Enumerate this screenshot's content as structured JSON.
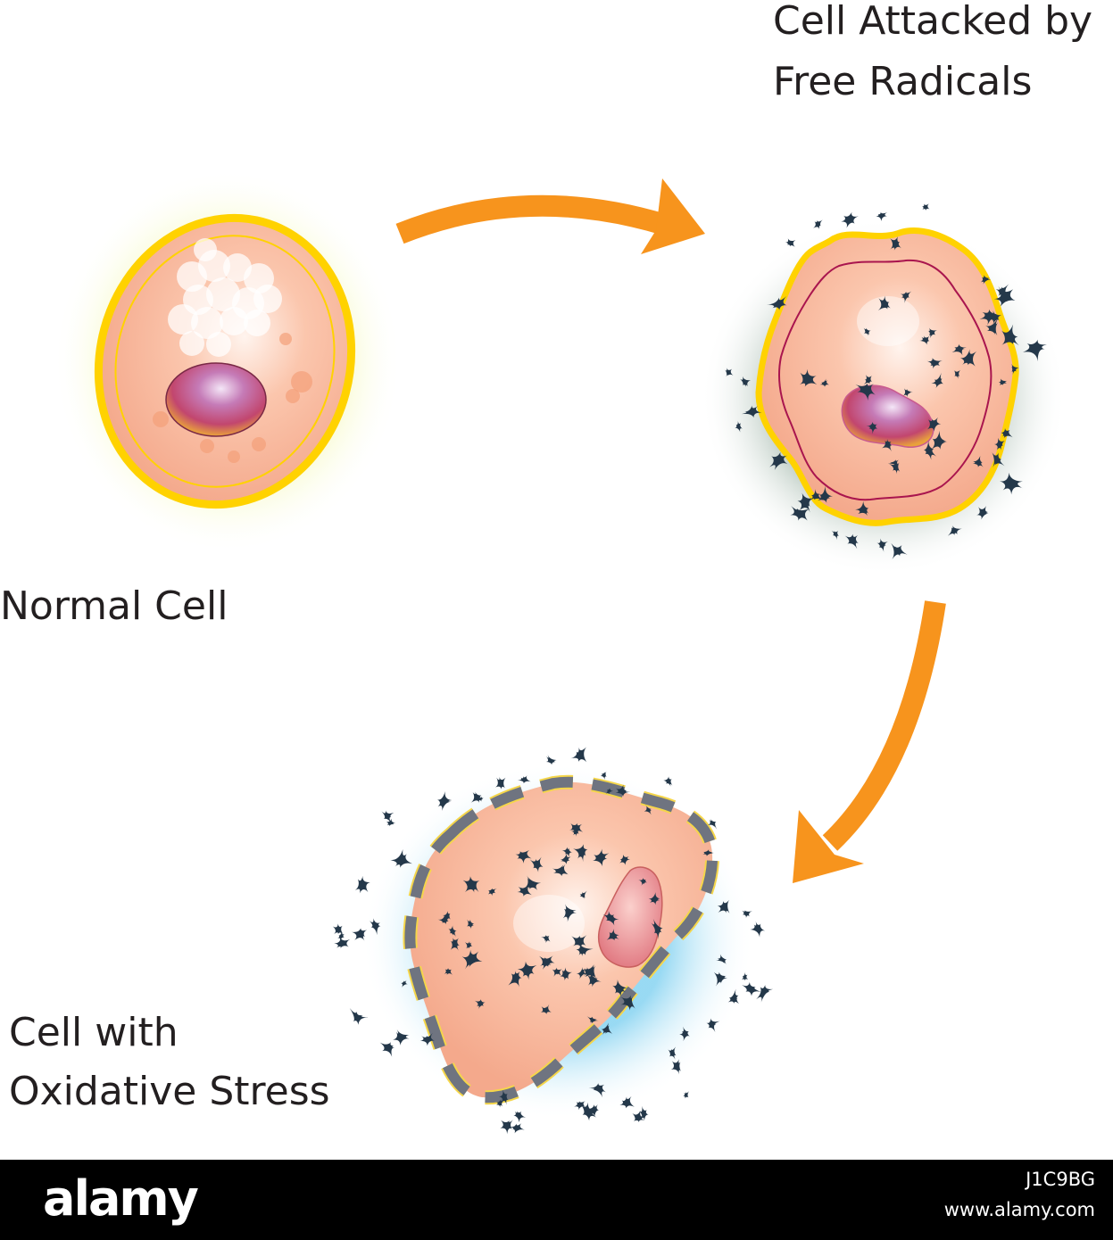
{
  "labels": {
    "normal_cell": "Normal Cell",
    "attacked_line1": "Cell Attacked by",
    "attacked_line2": "Free Radicals",
    "stress_line1": "Cell with",
    "stress_line2": "Oxidative Stress"
  },
  "footer": {
    "brand": "alamy",
    "image_code": "J1C9BG",
    "site": "www.alamy.com"
  },
  "colors": {
    "arrow": "#f7941d",
    "membrane": "#ffd200",
    "cytoplasm": "#f8b296",
    "nucleus": "#c2466e",
    "free_radical": "#24384a",
    "stress_halo": "#7fd0f0",
    "attack_halo": "#9db3a6"
  }
}
